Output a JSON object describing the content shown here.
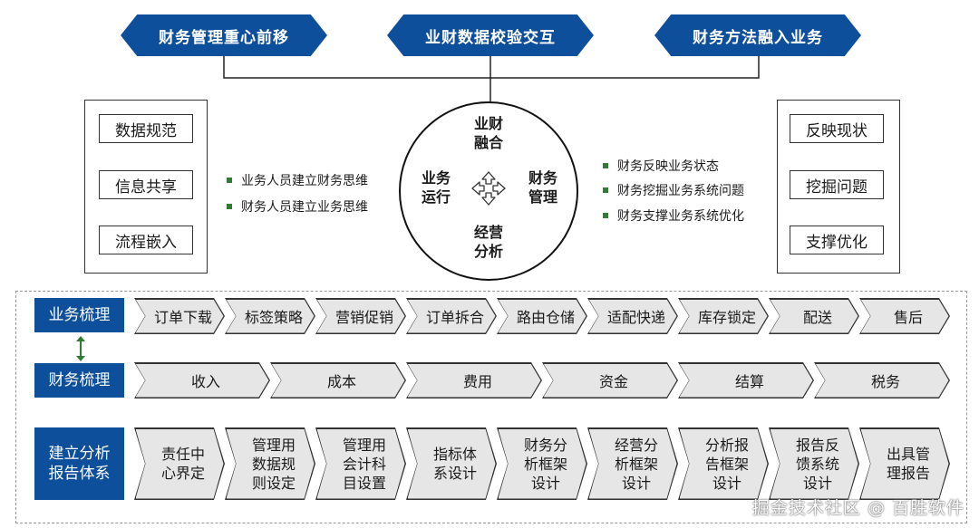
{
  "banners": [
    "财务管理重心前移",
    "业财数据校验交互",
    "财务方法融入业务"
  ],
  "left_box": {
    "items": [
      "数据规范",
      "信息共享",
      "流程嵌入"
    ]
  },
  "right_box": {
    "items": [
      "反映现状",
      "挖掘问题",
      "支撑优化"
    ]
  },
  "left_bullets": [
    "业务人员建立财务思维",
    "财务人员建立业务思维"
  ],
  "right_bullets": [
    "财务反映业务状态",
    "财务挖掘业务系统问题",
    "财务支撑业务系统优化"
  ],
  "circle": {
    "top": "业财\n融合",
    "left": "业务\n运行",
    "right": "财务\n管理",
    "bottom": "经营\n分析"
  },
  "rows": [
    {
      "label": "业务梳理",
      "steps": [
        "订单下载",
        "标签策略",
        "营销促销",
        "订单拆合",
        "路由仓储",
        "适配快递",
        "库存锁定",
        "配送",
        "售后"
      ]
    },
    {
      "label": "财务梳理",
      "steps": [
        "收入",
        "成本",
        "费用",
        "资金",
        "结算",
        "税务"
      ]
    },
    {
      "label": "建立分析\n报告体系",
      "steps": [
        "责任中\n心界定",
        "管理用\n数据规\n则设定",
        "管理用\n会计科\n目设置",
        "指标体\n系设计",
        "财务分\n析框架\n设计",
        "经营分\n析框架\n设计",
        "分析报\n告框架\n设计",
        "报告反\n馈系统\n设计",
        "出具管\n理报告"
      ]
    }
  ],
  "watermark": "掘金技术社区 @ 百胜软件",
  "colors": {
    "banner": "#0e4f9c",
    "chevron_fill": "#e6e6e6",
    "bullet": "#2e7d32",
    "arrow": "#2e7d32"
  }
}
